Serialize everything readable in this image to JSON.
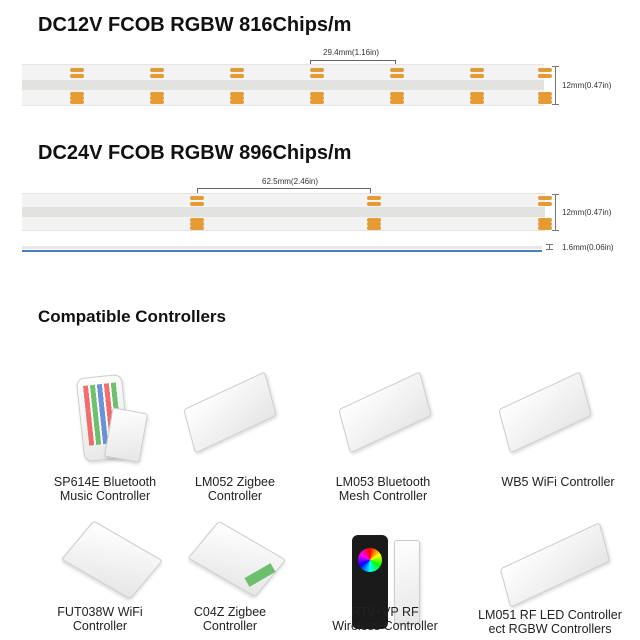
{
  "strip1": {
    "title": "DC12V FCOB RGBW 816Chips/m",
    "pitch": "29.4mm(1.16in)",
    "width": "12mm(0.47in)"
  },
  "strip2": {
    "title": "DC24V FCOB RGBW 896Chips/m",
    "pitch": "62.5mm(2.46in)",
    "width": "12mm(0.47in)",
    "thickness": "1.6mm(0.06in)"
  },
  "controllers": {
    "heading": "Compatible Controllers",
    "items": [
      {
        "line1": "SP614E Bluetooth",
        "line2": "Music Controller"
      },
      {
        "line1": "LM052 Zigbee",
        "line2": "Controller"
      },
      {
        "line1": "LM053 Bluetooth",
        "line2": "Mesh Controller"
      },
      {
        "line1": "WB5 WiFi Controller",
        "line2": ""
      },
      {
        "line1": "FUT038W WiFi",
        "line2": "Controller"
      },
      {
        "line1": "C04Z Zigbee",
        "line2": "Controller"
      },
      {
        "line1": "RT9+VP RF",
        "line2": "Wireless Controller"
      },
      {
        "line1": "LM051 RF LED Controller",
        "line2": "ect RGBW Controllers"
      }
    ]
  },
  "colors": {
    "pad": "#e59a33",
    "cable": "#4a7fc1"
  }
}
